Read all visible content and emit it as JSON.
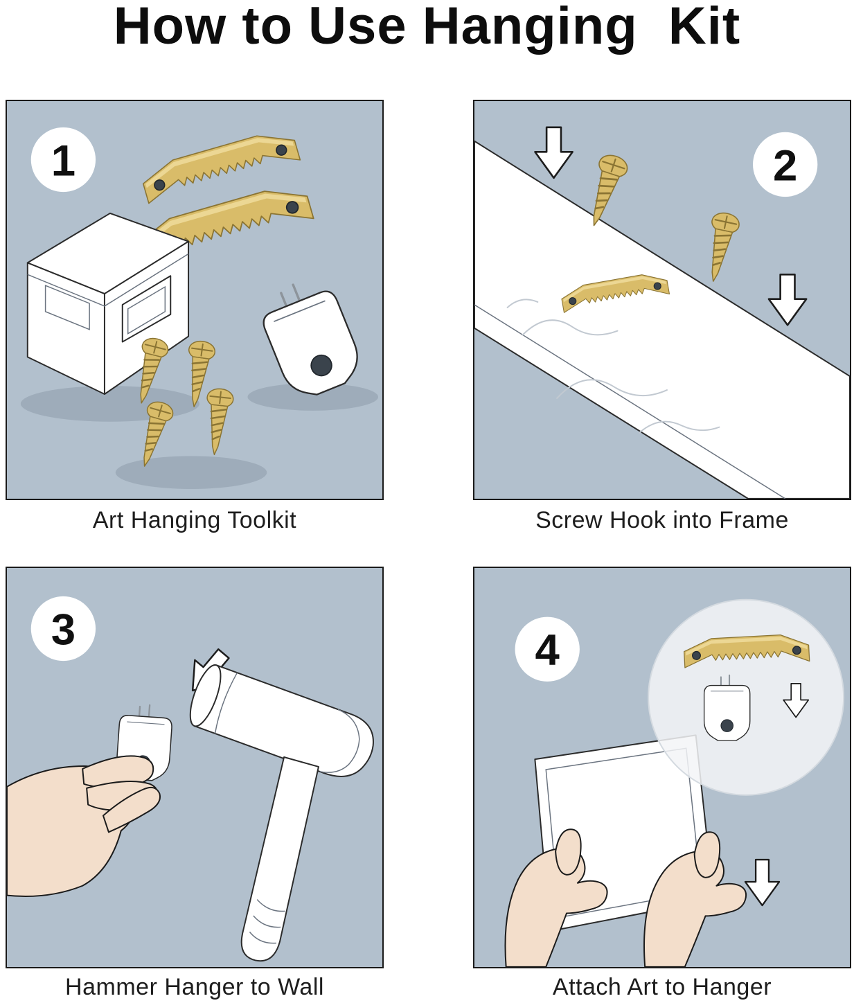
{
  "title": "How to Use Hanging  Kit",
  "panels": [
    {
      "number": "1",
      "caption": "Art Hanging Toolkit"
    },
    {
      "number": "2",
      "caption": "Screw Hook into Frame"
    },
    {
      "number": "3",
      "caption": "Hammer Hanger to Wall"
    },
    {
      "number": "4",
      "caption": "Attach Art to Hanger"
    }
  ],
  "colors": {
    "panel_bg": "#b2c0cd",
    "gold": "#d9bc69",
    "gold_light": "#ecd794",
    "gold_dark": "#8a7433",
    "outline": "#1c1c1c",
    "skin": "#f3decb",
    "caption_text": "#1d1d1d",
    "title_text": "#0d0d0d"
  },
  "icons": {
    "sawtooth_hanger": "gold sawtooth picture hanger",
    "screw": "gold pan-head screw",
    "down_arrow": "white outlined arrow",
    "wall_hook": "white hanger plate with pins",
    "kit_box": "clear storage box outline",
    "hammer": "white hammer outline",
    "hand": "hand illustration",
    "zoom_circle": "magnified detail circle"
  }
}
